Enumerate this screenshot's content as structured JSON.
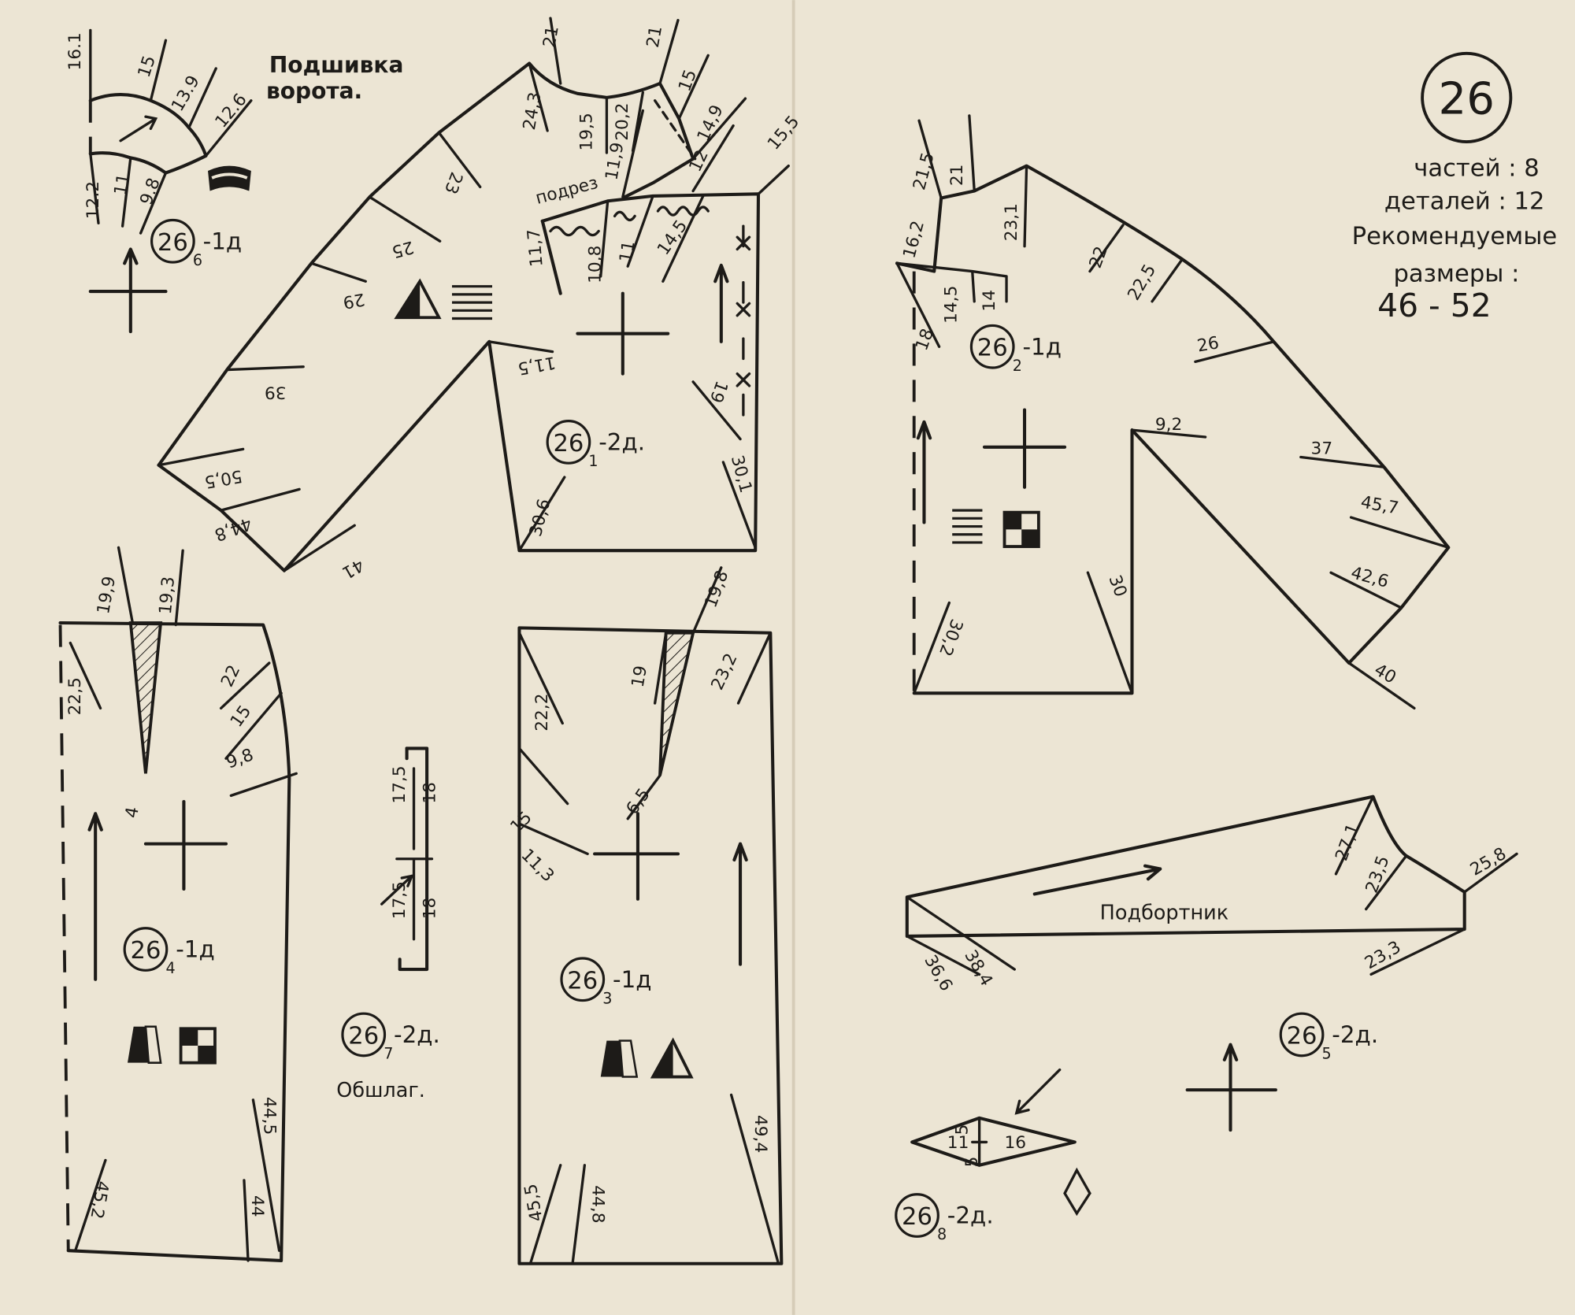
{
  "info": {
    "number": "26",
    "parts": "частей : 8",
    "details": "деталей : 12",
    "recommended": "Рекомендуемые",
    "sizes_label": "размеры :",
    "sizes": "46 - 52"
  },
  "piece6": {
    "title_1": "Подшивка",
    "title_2": "ворота.",
    "id": "26",
    "sub": "6",
    "count": "-1д",
    "measurements": [
      "16.1",
      "15",
      "13.9",
      "12.6",
      "12.2",
      "11",
      "9.8"
    ]
  },
  "piece1": {
    "id": "26",
    "sub": "1",
    "count": "-2д.",
    "cut_label": "подрез",
    "measurements": [
      "21",
      "24,3",
      "19,5",
      "20,2",
      "21",
      "15",
      "14,9",
      "11,9",
      "12",
      "15,5",
      "11,7",
      "10,8",
      "11",
      "14,5",
      "23",
      "25",
      "29",
      "39",
      "50,5",
      "44,8",
      "41",
      "11,5",
      "19",
      "30,1",
      "30,6"
    ]
  },
  "piece2": {
    "id": "26",
    "sub": "2",
    "count": "-1д",
    "measurements": [
      "21,5",
      "21",
      "16,2",
      "23,1",
      "22",
      "22,5",
      "14,5",
      "14",
      "18",
      "26",
      "9,2",
      "37",
      "45,7",
      "42,6",
      "40",
      "30",
      "30,2"
    ]
  },
  "piece4": {
    "id": "26",
    "sub": "4",
    "count": "-1д",
    "measurements": [
      "19,9",
      "19,3",
      "22,5",
      "22",
      "15",
      "9,8",
      "4",
      "44,5",
      "45,2",
      "44"
    ]
  },
  "piece3": {
    "id": "26",
    "sub": "3",
    "count": "-1д",
    "measurements": [
      "19,8",
      "19",
      "23,2",
      "22,2",
      "15",
      "6,5",
      "11,3",
      "49,4",
      "45,5",
      "44,8"
    ]
  },
  "piece7": {
    "id": "26",
    "sub": "7",
    "count": "-2д.",
    "title": "Обшлаг.",
    "measurements": [
      "17,5",
      "18",
      "17,5",
      "18"
    ]
  },
  "piece5": {
    "id": "26",
    "sub": "5",
    "count": "-2д.",
    "title": "Подбортник",
    "measurements": [
      "27,1",
      "23,5",
      "25,8",
      "23,3",
      "36,6",
      "38,4"
    ]
  },
  "piece8": {
    "id": "26",
    "sub": "8",
    "count": "-2д.",
    "measurements": [
      "11",
      "5",
      "16",
      "5"
    ]
  }
}
